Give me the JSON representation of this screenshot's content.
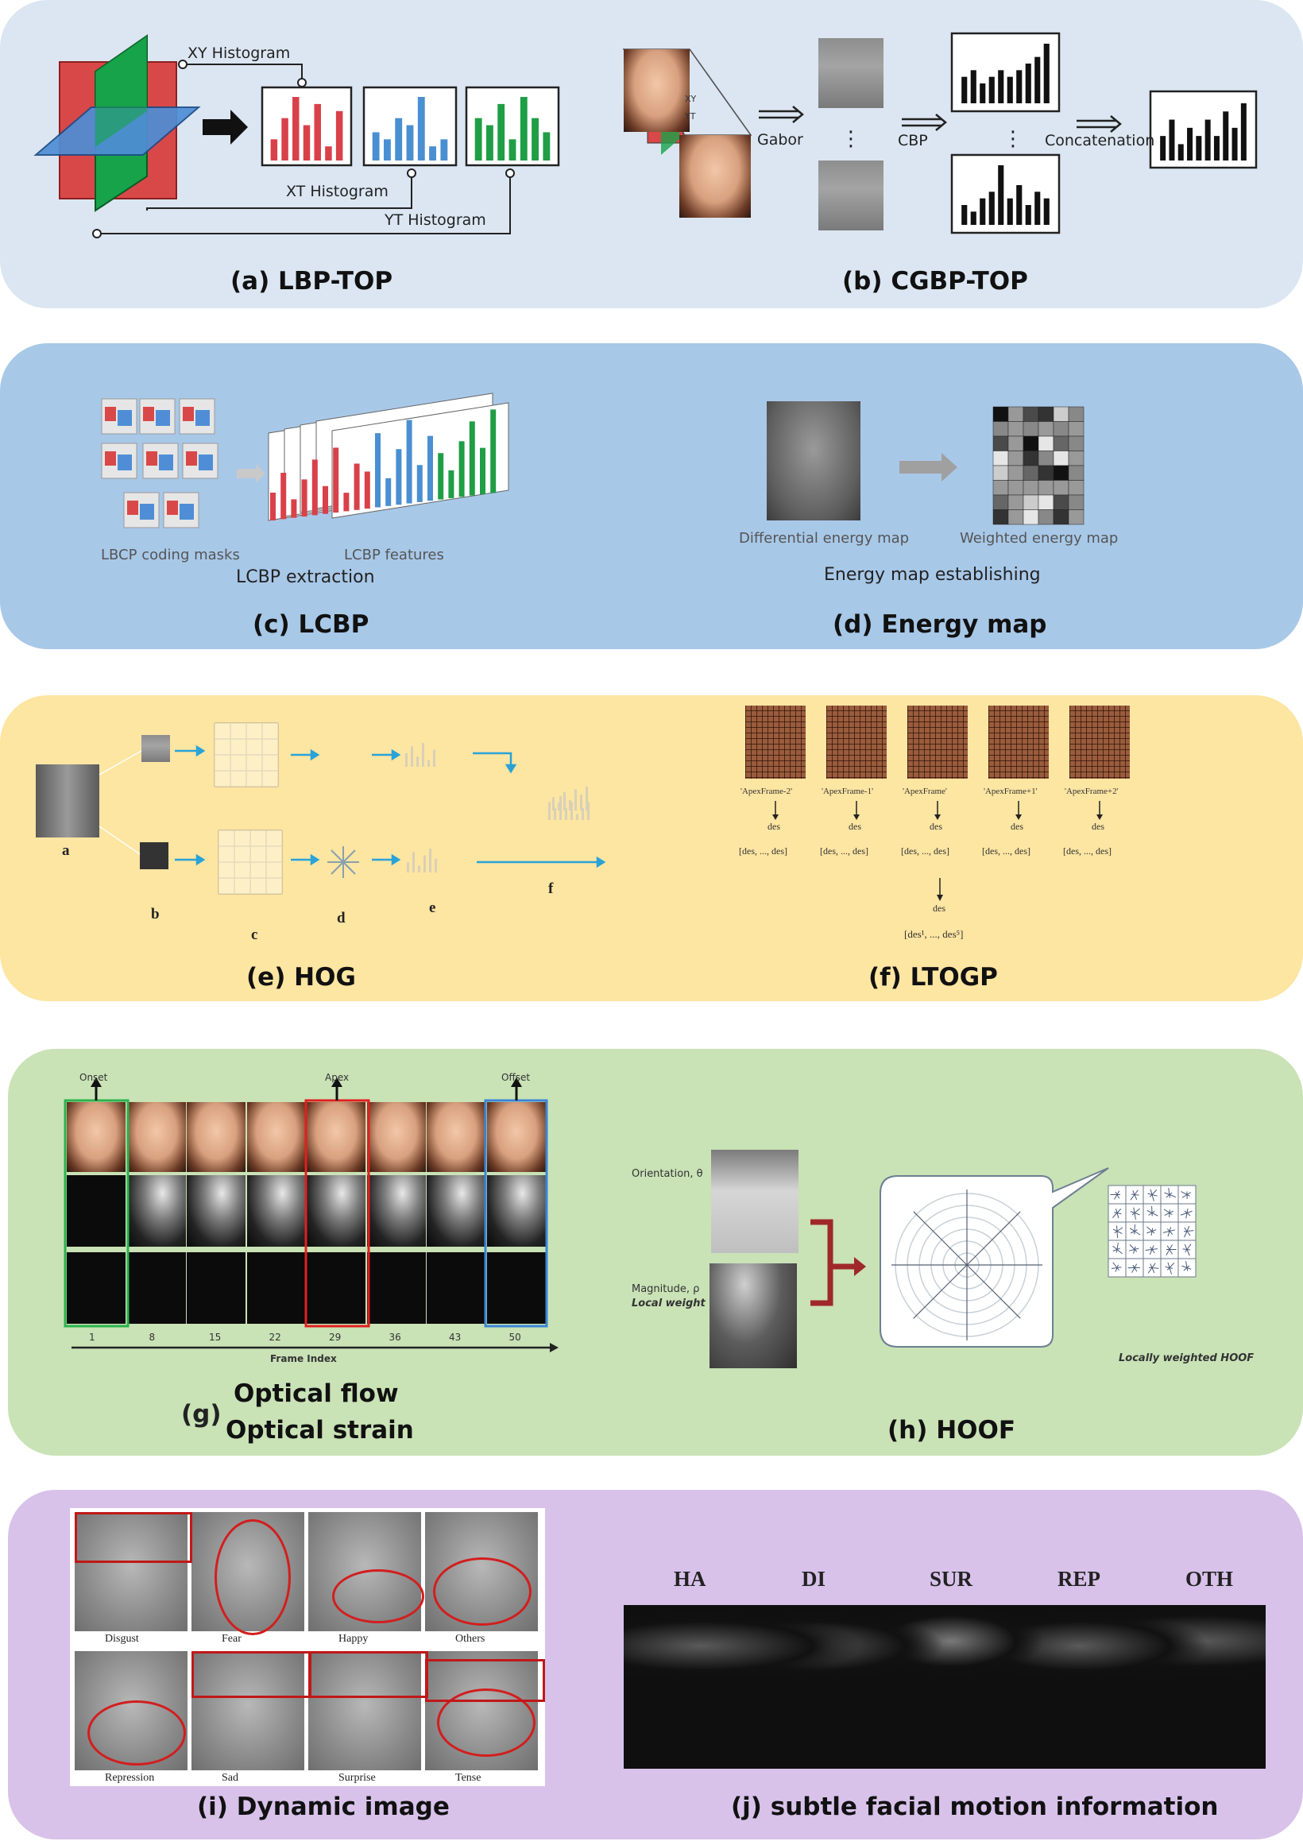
{
  "panel_a": {
    "caption": "(a) LBP-TOP",
    "xy_label": "XY Histogram",
    "xt_label": "XT Histogram",
    "yt_label": "YT Histogram",
    "colors": {
      "red": "#d9414a",
      "blue": "#4a8fd1",
      "green": "#1f9e45",
      "plane_red": "#d94848",
      "plane_green": "#17a34a",
      "plane_blue": "#4f8ed6"
    }
  },
  "panel_b": {
    "caption": "(b) CGBP-TOP",
    "gabor": "Gabor",
    "cbp": "CBP",
    "concatenation": "Concatenation",
    "xy": "XY",
    "yt": "YT",
    "dots": "⋮"
  },
  "panel_c": {
    "caption": "(c) LCBP",
    "masks_label": "LBCP coding masks",
    "features_label": "LCBP features",
    "extraction_label": "LCBP extraction"
  },
  "panel_d": {
    "caption": "(d) Energy map",
    "diff_label": "Differential energy map",
    "weighted_label": "Weighted energy  map",
    "establish_label": "Energy map establishing"
  },
  "panel_e": {
    "caption": "(e) HOG",
    "letters": [
      "a",
      "b",
      "c",
      "d",
      "e",
      "f"
    ]
  },
  "panel_f": {
    "caption": "(f) LTOGP",
    "frames": [
      "'ApexFrame-2'",
      "'ApexFrame-1'",
      "'ApexFrame'",
      "'ApexFrame+1'",
      "'ApexFrame+2'"
    ],
    "des": "des",
    "bottom": "[des¹, ..., des⁵]"
  },
  "panel_g": {
    "letter": "(g)",
    "line1": "Optical flow",
    "line2": "Optical strain",
    "onset": "Onset",
    "apex": "Apex",
    "offset": "Offset",
    "frame_numbers": [
      "1",
      "8",
      "15",
      "22",
      "29",
      "36",
      "43",
      "50"
    ],
    "axis_label": "Frame Index"
  },
  "panel_h": {
    "caption": "(h) HOOF",
    "orientation": "Orientation, θ",
    "magnitude": "Magnitude, ρ",
    "local_weight": "Local weight",
    "hoof_label": "Locally weighted HOOF"
  },
  "panel_i": {
    "caption": "(i) Dynamic image",
    "top": [
      "Disgust",
      "Fear",
      "Happy",
      "Others"
    ],
    "bottom": [
      "Repression",
      "Sad",
      "Surprise",
      "Tense"
    ]
  },
  "panel_j": {
    "caption": "(j) subtle facial motion information",
    "labels": [
      "HA",
      "DI",
      "SUR",
      "REP",
      "OTH"
    ]
  },
  "bars": {
    "xy": [
      3,
      6,
      9,
      5,
      8,
      2,
      7
    ],
    "xt": [
      4,
      3,
      6,
      5,
      9,
      2,
      3
    ],
    "yt": [
      6,
      5,
      8,
      3,
      9,
      6,
      4
    ],
    "cbp1": [
      4,
      5,
      3,
      4,
      5,
      4,
      5,
      6,
      7,
      9
    ],
    "cbp2": [
      3,
      2,
      4,
      5,
      9,
      4,
      6,
      3,
      5,
      4
    ],
    "concat": [
      3,
      5,
      2,
      4,
      3,
      5,
      3,
      6,
      4,
      7
    ],
    "lcbp": [
      3,
      5,
      2,
      4,
      6,
      3,
      7,
      2,
      5,
      4,
      8,
      3,
      6,
      9,
      4,
      7,
      5,
      3,
      6,
      8,
      5,
      9
    ]
  }
}
